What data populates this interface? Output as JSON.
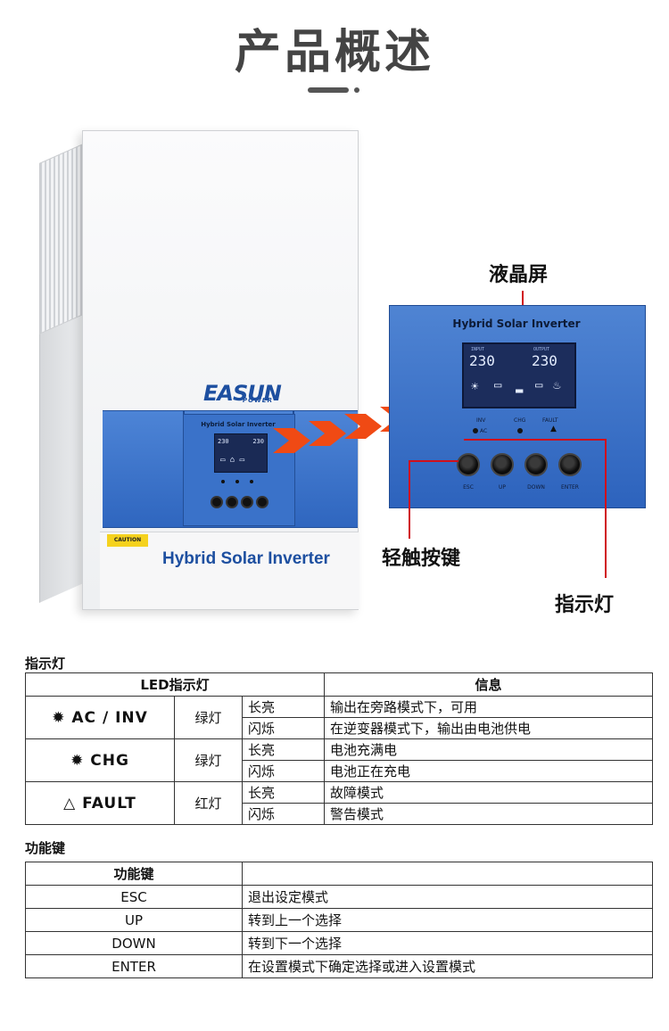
{
  "page": {
    "title": "产品概述"
  },
  "device": {
    "brand": "EASUN",
    "brand_sub": "POWER",
    "model_label": "Hybrid Solar Inverter",
    "caution_label": "CAUTION",
    "lcd_input_label": "INPUT",
    "lcd_output_label": "OUTPUT",
    "lcd_input_value": "230",
    "lcd_output_value": "230"
  },
  "panel": {
    "lcd_label": "液晶屏",
    "keys_label": "轻触按键",
    "indicator_label": "指示灯",
    "leds": [
      {
        "label": "INV",
        "sub": "AC"
      },
      {
        "label": "CHG",
        "sub": ""
      },
      {
        "label": "FAULT",
        "sub": ""
      }
    ],
    "buttons": [
      "ESC",
      "UP",
      "DOWN",
      "ENTER"
    ]
  },
  "led_section": {
    "heading": "指示灯",
    "col_led": "LED指示灯",
    "col_info": "信息",
    "rows": [
      {
        "name": "AC / INV",
        "color": "绿灯",
        "states": [
          {
            "state": "长亮",
            "info": "输出在旁路模式下，可用"
          },
          {
            "state": "闪烁",
            "info": "在逆变器模式下，输出由电池供电"
          }
        ]
      },
      {
        "name": "CHG",
        "color": "绿灯",
        "states": [
          {
            "state": "长亮",
            "info": "电池充满电"
          },
          {
            "state": "闪烁",
            "info": "电池正在充电"
          }
        ]
      },
      {
        "name": "FAULT",
        "color": "红灯",
        "states": [
          {
            "state": "长亮",
            "info": "故障模式"
          },
          {
            "state": "闪烁",
            "info": "警告模式"
          }
        ]
      }
    ]
  },
  "key_section": {
    "heading": "功能键",
    "col_key": "功能键",
    "col_desc": "",
    "rows": [
      {
        "key": "ESC",
        "desc": "退出设定模式"
      },
      {
        "key": "UP",
        "desc": "转到上一个选择"
      },
      {
        "key": "DOWN",
        "desc": "转到下一个选择"
      },
      {
        "key": "ENTER",
        "desc": "在设置模式下确定选择或进入设置模式"
      }
    ]
  },
  "colors": {
    "panel_blue": "#3a72c9",
    "brand_blue": "#1d4fa0",
    "arrow_orange": "#f04a14",
    "line_red": "#d0101b"
  }
}
